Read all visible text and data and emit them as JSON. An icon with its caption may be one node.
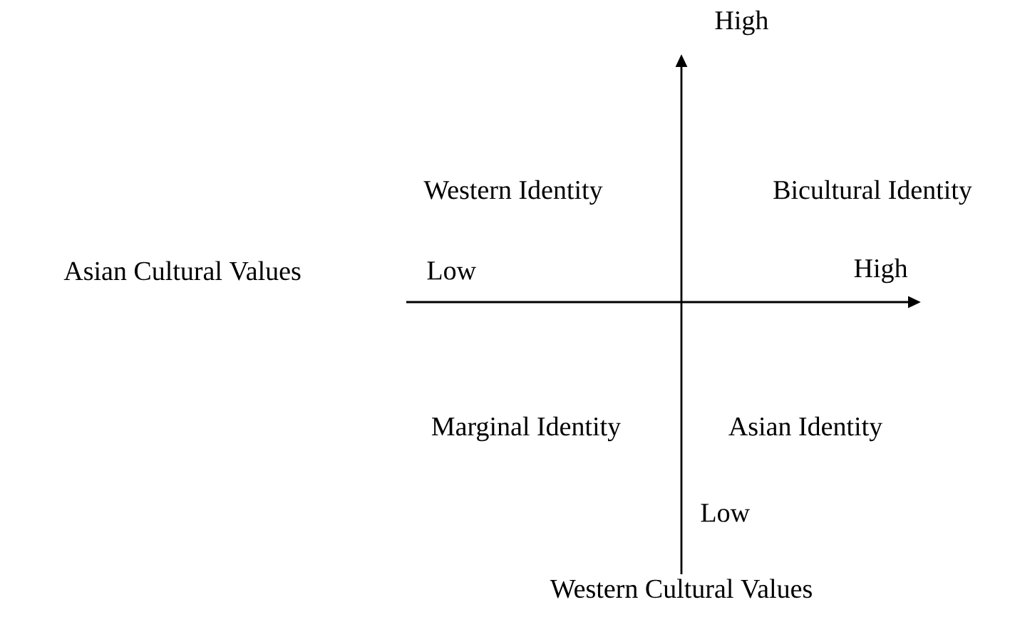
{
  "diagram": {
    "labels": [
      "High",
      "Western Identity",
      "Bicultural Identity",
      "Asian Cultural Values",
      "Low",
      "High",
      "Marginal Identity",
      "Asian Identity",
      "Low",
      "Western Cultural Values"
    ]
  }
}
